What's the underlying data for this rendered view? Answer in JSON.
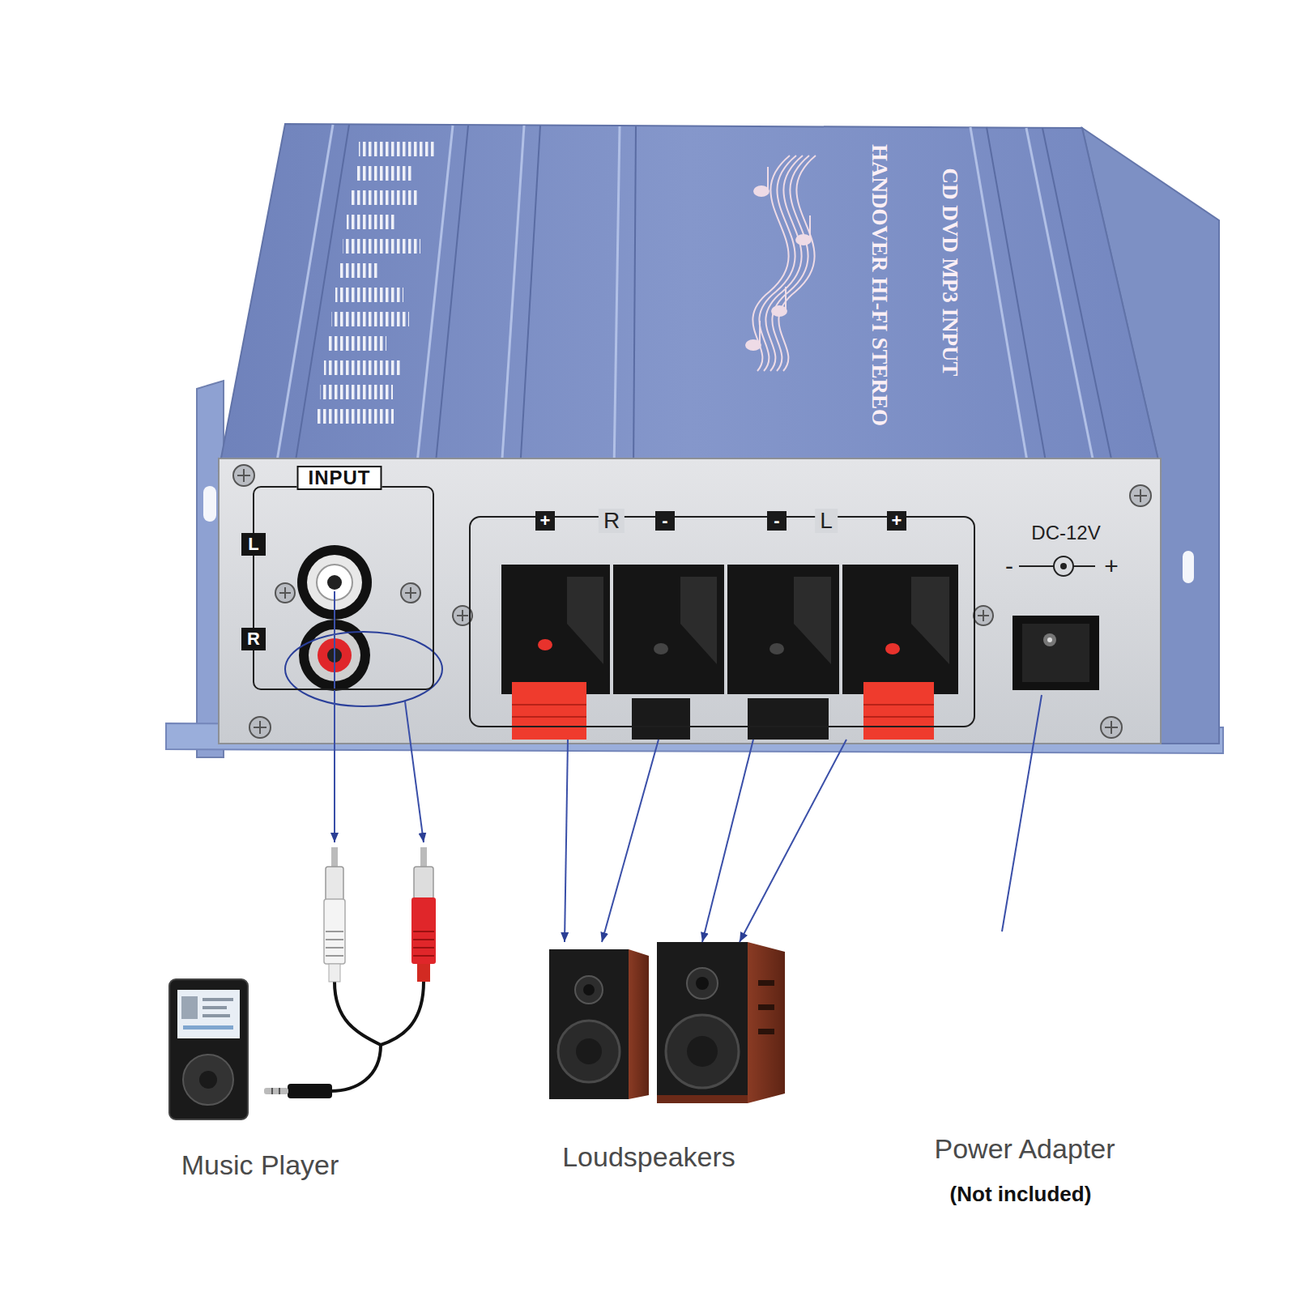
{
  "diagram": {
    "nodes": [
      {
        "text": [
          "INPUT"
        ]
      },
      {
        "text": [
          "L"
        ],
        "in": 0
      },
      {
        "text": [
          "R"
        ],
        "in": 0
      },
      {
        "text": [
          "R",
          "L"
        ]
      },
      {
        "text": [
          "+"
        ],
        "in": 3
      },
      {
        "text": [
          "-"
        ],
        "in": 3
      },
      {
        "text": [
          "-"
        ],
        "in": 3
      },
      {
        "text": [
          "+"
        ],
        "in": 3
      },
      {
        "text": [
          "DC-12V",
          "-",
          "+"
        ]
      },
      {
        "text": [
          "Music Player"
        ]
      },
      {
        "text": [
          "Loudspeakers"
        ]
      },
      {
        "text": [
          "Power Adapter",
          "(Not included)"
        ]
      }
    ],
    "edges": [
      {
        "from": 1,
        "to": 9,
        "arrow": "to"
      },
      {
        "from": 2,
        "to": 9,
        "arrow": "to"
      },
      {
        "from": 4,
        "to": 10,
        "arrow": "to"
      },
      {
        "from": 5,
        "to": 10,
        "arrow": "to"
      },
      {
        "from": 6,
        "to": 10,
        "arrow": "to"
      },
      {
        "from": 7,
        "to": 10,
        "arrow": "to"
      },
      {
        "from": 8,
        "to": 11,
        "arrow": "none"
      }
    ],
    "labels": [
      "CD DVD MP3 INPUT",
      "HANDOVER HI-FI STEREO"
    ]
  }
}
